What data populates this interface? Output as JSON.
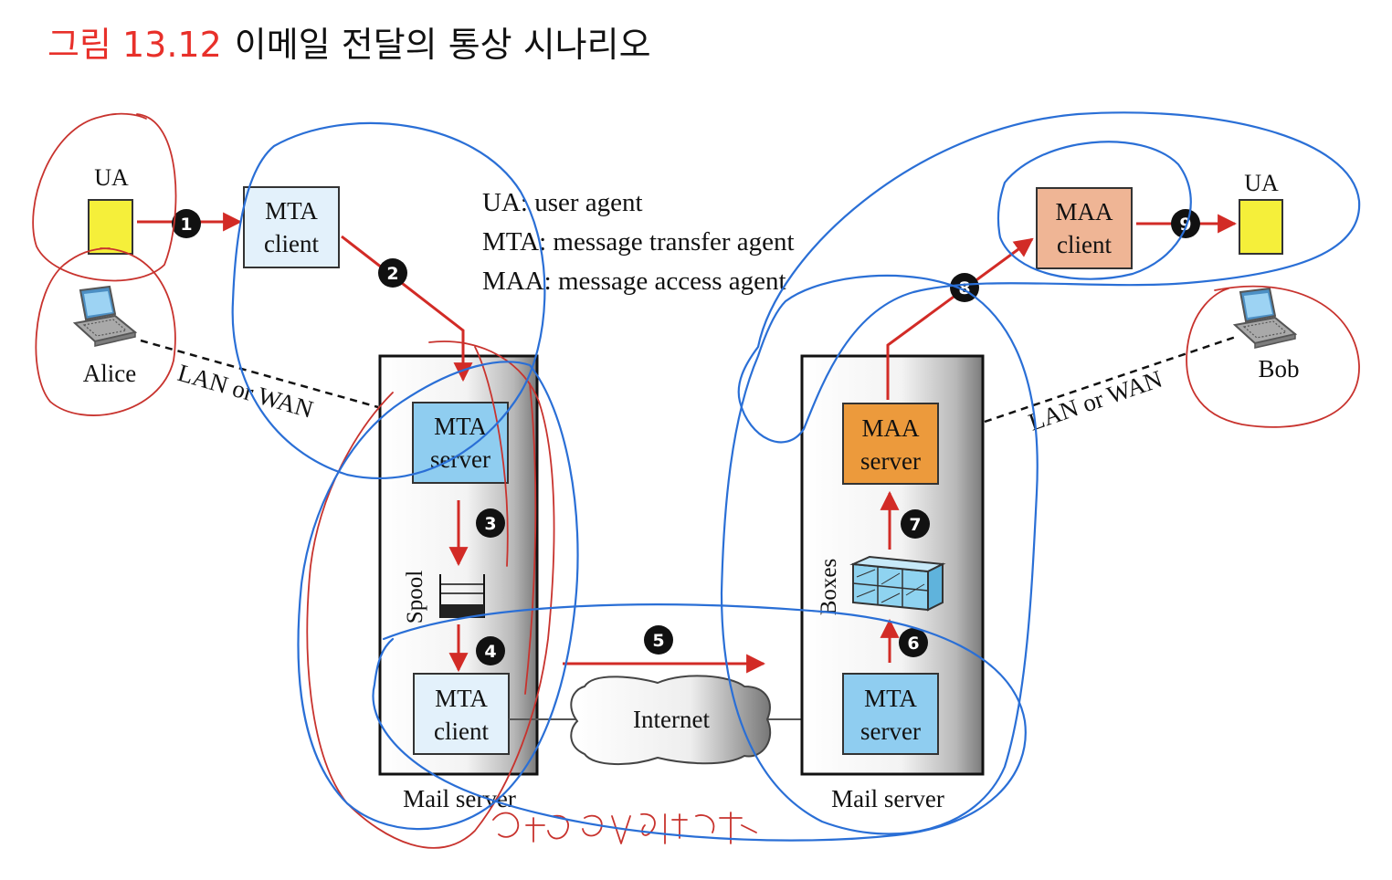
{
  "title": {
    "figure_label": "그림 13.12",
    "caption": "이메일 전달의 통상 시나리오"
  },
  "legend": {
    "ua": "UA: user agent",
    "mta": "MTA: message transfer agent",
    "maa": "MAA: message access agent"
  },
  "sender": {
    "ua_label": "UA",
    "user_name": "Alice",
    "mta_client_line1": "MTA",
    "mta_client_line2": "client",
    "link_label": "LAN or WAN",
    "server": {
      "mta_server_line1": "MTA",
      "mta_server_line2": "server",
      "spool_label": "Spool",
      "mta_client_line1": "MTA",
      "mta_client_line2": "client",
      "caption": "Mail server"
    }
  },
  "network": {
    "cloud_label": "Internet"
  },
  "receiver": {
    "ua_label": "UA",
    "user_name": "Bob",
    "maa_client_line1": "MAA",
    "maa_client_line2": "client",
    "link_label": "LAN or WAN",
    "server": {
      "maa_server_line1": "MAA",
      "maa_server_line2": "server",
      "boxes_label": "Boxes",
      "mta_server_line1": "MTA",
      "mta_server_line2": "server",
      "caption": "Mail server"
    }
  },
  "steps": [
    "1",
    "2",
    "3",
    "4",
    "5",
    "6",
    "7",
    "8",
    "9"
  ],
  "colors": {
    "title_red": "#e8302a",
    "arrow_red": "#d22b26",
    "ua_yellow": "#f5ef3a",
    "mta_client_fill": "#e3f1fb",
    "mta_server_fill": "#8fcdf0",
    "maa_server_fill": "#ec9a3c",
    "maa_client_fill": "#efb595",
    "annotation_blue": "#2a6fd6",
    "annotation_red": "#c8332e"
  }
}
